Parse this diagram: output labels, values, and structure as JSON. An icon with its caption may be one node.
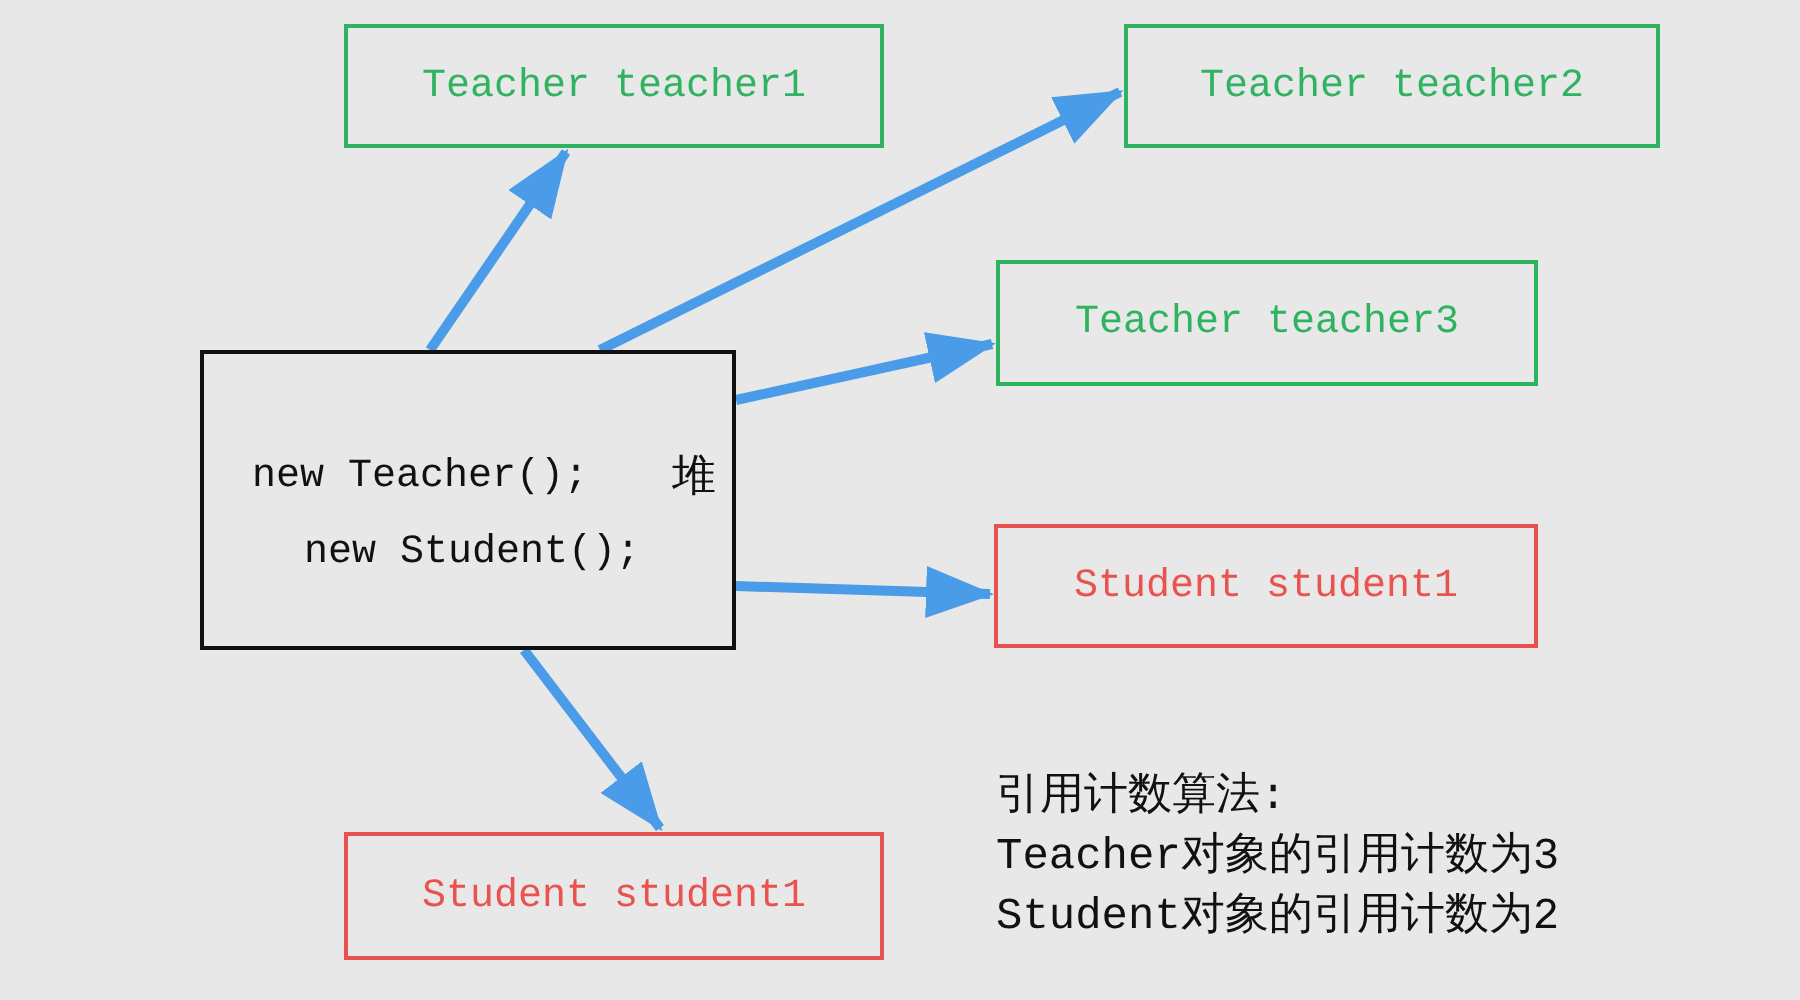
{
  "diagram": {
    "nodes": [
      {
        "text": [
          "new Teacher();",
          "堆",
          "new Student();"
        ]
      },
      {
        "text": [
          "Teacher teacher1"
        ]
      },
      {
        "text": [
          "Teacher teacher2"
        ]
      },
      {
        "text": [
          "Teacher teacher3"
        ]
      },
      {
        "text": [
          "Student student1"
        ]
      },
      {
        "text": [
          "Student student1"
        ]
      }
    ],
    "edges": [
      {
        "from": 0,
        "to": 1,
        "arrow": "to"
      },
      {
        "from": 0,
        "to": 2,
        "arrow": "to"
      },
      {
        "from": 0,
        "to": 3,
        "arrow": "to"
      },
      {
        "from": 0,
        "to": 4,
        "arrow": "to"
      },
      {
        "from": 0,
        "to": 5,
        "arrow": "to"
      }
    ],
    "labels": [
      "引用计数算法:",
      "Teacher对象的引用计数为3",
      "Student对象的引用计数为2"
    ]
  }
}
